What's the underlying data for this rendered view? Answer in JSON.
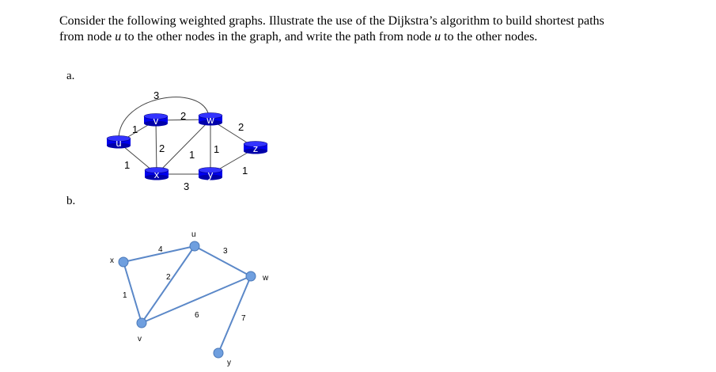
{
  "question": {
    "line1": "Consider the following weighted graphs. Illustrate the use of the Dijkstra’s algorithm to build shortest paths",
    "line2_a": "from node ",
    "node": "u",
    "line2_b": " to the other nodes in the graph, and write the path from node ",
    "line2_c": " to the other nodes."
  },
  "part_a": {
    "label": "a.",
    "nodes": [
      "u",
      "v",
      "w",
      "x",
      "y",
      "z"
    ],
    "edges": [
      {
        "from": "u",
        "to": "v",
        "w": "1"
      },
      {
        "from": "u",
        "to": "x",
        "w": "1"
      },
      {
        "from": "u",
        "to": "w",
        "w": "3"
      },
      {
        "from": "v",
        "to": "w",
        "w": "2"
      },
      {
        "from": "v",
        "to": "x",
        "w": "2"
      },
      {
        "from": "x",
        "to": "w",
        "w": "1"
      },
      {
        "from": "x",
        "to": "y",
        "w": "3"
      },
      {
        "from": "w",
        "to": "y",
        "w": "1"
      },
      {
        "from": "w",
        "to": "z",
        "w": "2"
      },
      {
        "from": "y",
        "to": "z",
        "w": "1"
      }
    ],
    "node_color": "#0000ee"
  },
  "part_b": {
    "label": "b.",
    "nodes": [
      "x",
      "u",
      "w",
      "v",
      "y"
    ],
    "edges": [
      {
        "from": "x",
        "to": "u",
        "w": "4"
      },
      {
        "from": "u",
        "to": "w",
        "w": "3"
      },
      {
        "from": "u",
        "to": "v",
        "w": "2"
      },
      {
        "from": "x",
        "to": "v",
        "w": "1"
      },
      {
        "from": "v",
        "to": "w",
        "w": "6"
      },
      {
        "from": "w",
        "to": "y",
        "w": "7"
      }
    ],
    "node_color": "#6f9fdf"
  }
}
